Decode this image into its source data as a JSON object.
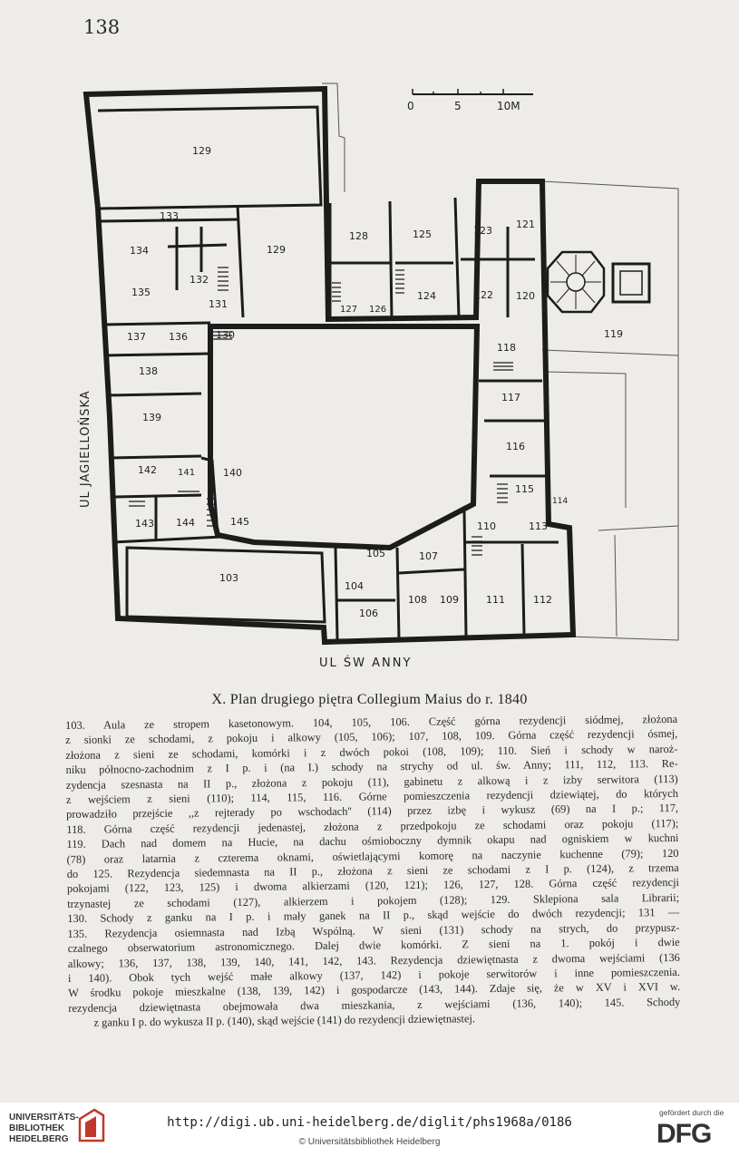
{
  "page_number": "138",
  "scale_bar": {
    "labels": [
      "0",
      "5",
      "10M"
    ]
  },
  "street_labels": {
    "west": "UL JAGIELLOŃSKA",
    "south": "UL ŚW ANNY"
  },
  "rooms": [
    "103",
    "104",
    "105",
    "106",
    "107",
    "108",
    "109",
    "110",
    "111",
    "112",
    "113",
    "114",
    "115",
    "116",
    "117",
    "118",
    "119",
    "120",
    "121",
    "122",
    "123",
    "124",
    "125",
    "126",
    "127",
    "128",
    "129",
    "129",
    "130",
    "131",
    "132",
    "133",
    "134",
    "135",
    "136",
    "137",
    "138",
    "139",
    "140",
    "141",
    "142",
    "143",
    "144",
    "145"
  ],
  "caption": "X. Plan drugiego piętra Collegium Maius do r. 1840",
  "legend": [
    "103. Aula ze stropem kasetonowym. 104, 105, 106. Część górna rezydencji siódmej, złożona",
    "z sionki ze schodami, z pokoju i alkowy (105, 106); 107, 108, 109. Górna część rezydencji ósmej,",
    "złożona z sieni ze schodami, komórki i z dwóch pokoi (108, 109); 110. Sień i schody w naroż-",
    "niku północno-zachodnim z I p. i (na I.) schody na strychy od ul. św. Anny; 111, 112, 113. Re-",
    "zydencja szesnasta na II p., złożona z pokoju (11), gabinetu z alkową i z izby serwitora (113)",
    "z wejściem z sieni (110); 114, 115, 116. Górne pomieszczenia rezydencji dziewiątej, do których",
    "prowadziło przejście ,,z rejterady po wschodach'' (114) przez izbę i wykusz (69) na I p.; 117,",
    "118. Górna część rezydencji jedenastej, złożona z przedpokoju ze schodami oraz pokoju (117);",
    "119. Dach nad domem na Hucie, na dachu ośmioboczny dymnik okapu nad ogniskiem w kuchni",
    "(78) oraz latarnia z czterema oknami, oświetlającymi komorę na naczynie kuchenne (79); 120",
    "do 125. Rezydencja siedemnasta na II p., złożona z sieni ze schodami z I p. (124), z trzema",
    "pokojami (122, 123, 125) i dwoma alkierzami (120, 121); 126, 127, 128. Górna część rezydencji",
    "trzynastej ze schodami (127), alkierzem i pokojem (128); 129. Sklepiona sala Librarii;",
    "130. Schody z ganku na I p. i mały ganek na II p., skąd wejście do dwóch rezydencji; 131 —",
    "135. Rezydencja osiemnasta nad Izbą Wspólną. W sieni (131) schody na strych, do przypusz-",
    "czalnego obserwatorium astronomicznego. Dalej dwie komórki. Z sieni na 1. pokój i dwie",
    "alkowy; 136, 137, 138, 139, 140, 141, 142, 143. Rezydencja dziewiętnasta z dwoma wejściami (136",
    "i 140). Obok tych wejść małe alkowy (137, 142) i pokoje serwitorów i inne pomieszczenia.",
    "W środku pokoje mieszkalne (138, 139, 142) i gospodarcze (143, 144). Zdaje się, że w XV i XVI w.",
    "rezydencja dziewiętnasta obejmowała dwa mieszkania, z wejściami (136, 140); 145. Schody",
    "z ganku I p. do wykusza II p. (140), skąd wejście (141) do rezydencji dziewiętnastej."
  ],
  "footer": {
    "library_lines": [
      "UNIVERSITÄTS-",
      "BIBLIOTHEK",
      "HEIDELBERG"
    ],
    "url": "http://digi.ub.uni-heidelberg.de/diglit/phs1968a/0186",
    "copyright": "© Universitätsbibliothek Heidelberg",
    "funded_by": "gefördert durch die",
    "dfg": "DFG"
  }
}
